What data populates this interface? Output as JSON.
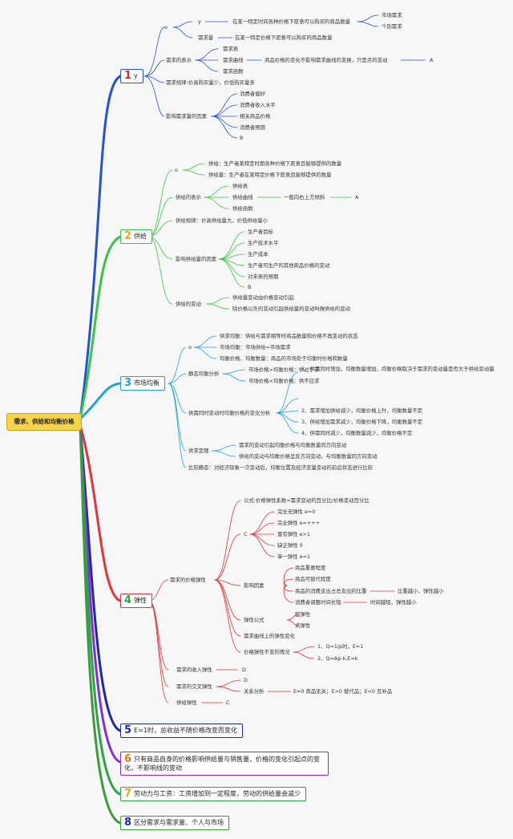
{
  "root": "需求、供给和均衡价格",
  "colors": {
    "b1": "#2451d6",
    "b2": "#36c646",
    "b3": "#1ea3d6",
    "b4": "#e0333d",
    "b5": "#1c2aa8",
    "b6": "#8a2be2",
    "b7": "#2ea24a",
    "b8": "#3c9c3c",
    "root": "#f7d34a"
  },
  "b1": {
    "num": "1",
    "label": "y",
    "o": "o",
    "y": "y",
    "y_def": "在某一特定时间各种价格下愿意可以购买的商品数量",
    "market": "市场需求",
    "individual": "个别需求",
    "qd": "需求量",
    "qd_def": "在某一特定价格下愿意可以购买的商品数量",
    "repr": "需求的表示",
    "table": "需求表",
    "curve": "需求曲线",
    "curve_note": "商品价格的变化不影响需求曲线的变换，只是点的变动",
    "curve_A": "A",
    "func": "需求函数",
    "law": "需求规律:价高购买量少，价低购买量多",
    "factors": "影响需求量的因素",
    "f1": "消费者偏好",
    "f2": "消费者收入水平",
    "f3": "相关商品价格",
    "f4": "消费者预期",
    "fB": "B"
  },
  "b2": {
    "num": "2",
    "label": "供给",
    "o": "o",
    "s_def": "供给：生产者某特定时期各种价格下愿意且能够提供的数量",
    "qs_def": "供给量：生产者在某特定价格下愿意且能够提供的数量",
    "repr": "供给的表示",
    "table": "供给表",
    "curve": "供给曲线",
    "curve_note": "一般向右上方倾斜",
    "curve_A": "A",
    "func": "供给函数",
    "law": "供给规律：价高供给量大，价低供给量小",
    "factors": "影响供给量的因素",
    "f1": "生产者目标",
    "f2": "生产技术水平",
    "f3": "生产成本",
    "f4": "生产者可生产的其他商品价格的变动",
    "f5": "对未来的预期",
    "fB": "B",
    "change": "供给的变动",
    "c1": "供给量变动由价格变动引起",
    "c2": "除价格以外的变动引起供给量的变动叫做供给的变动"
  },
  "b3": {
    "num": "3",
    "label": "市场均衡",
    "o": "o",
    "e1": "供求均衡：供给与需求相等时商品数量和价格不再变动的状态",
    "e2": "市场均衡：市场供给=市场需求",
    "e3": "均衡价格、均衡数量：商品的市场处于均衡时价格和数量",
    "static": "静态均衡分析",
    "s1": "市场价格>均衡价格：供过于求",
    "s2": "市场价格<均衡价格：供不应求",
    "simul": "供需同时变动时均衡价格的变化分析",
    "m1": "1、供需同时增加，均衡数量增加，均衡价格取决于需求的变动量是否大于供给变动量",
    "m2": "2、需求增加供给减少，均衡价格上升，均衡数量不定",
    "m3": "3、供给增加需求减少，均衡价格下降，均衡数量不定",
    "m4": "4、供需同时减少，均衡数量减少，均衡价格不定",
    "theorem": "供求定理",
    "t1": "需求的变动引起均衡价格与均衡数量同方向变动",
    "t2": "供给的变动与均衡价格呈反方向变动，与均衡数量同方向变动",
    "comp": "比较静态：对经济现象一次变动后，均衡位置及经济变量变动的前后状态进行比较"
  },
  "b4": {
    "num": "4",
    "label": "弹性",
    "pe": "需求的价格弹性",
    "formula": "公式:价格弹性系数=需求变动的百分比/价格变动百分比",
    "C": "C",
    "c1": "完全无弹性 e=0",
    "c2": "完全弹性 e=+++",
    "c3": "富有弹性 e>1",
    "c4": "缺乏弹性 0",
    "c5": "单一弹性 e=1",
    "inf": "影响因素",
    "i1": "商品重要程度",
    "i2": "商品可替代程度",
    "i3": "商品的消费支出占总支出的比重",
    "i3n": "比重越小，弹性越小",
    "i4": "消费者调整时间长短",
    "i4n": "时间越短，弹性越小",
    "ef": "弹性公式",
    "ef1": "弧弹性",
    "ef2": "点弹性",
    "curve": "需求曲线上的弹性变化",
    "pv": "价格弹性不变的情况",
    "pv1": "1、Q=1/p时，E=1",
    "pv2": "2、Q=Ap-k,E=k",
    "ie": "需求的收入弹性",
    "ieD": "D",
    "ce": "需求的交叉弹性",
    "ceD": "D",
    "rel": "关系分析",
    "reln": "E=0 商品无关；E>0 替代品；E<0 互补品",
    "se": "供给弹性",
    "seC": "C"
  },
  "b5": {
    "num": "5",
    "label": "E=1时，总收益不随价格改变而变化"
  },
  "b6": {
    "num": "6",
    "label": "只有商品自身的价格影响供给量与销售量，价格的变化引起点的变化，不影响线的变动"
  },
  "b7": {
    "num": "7",
    "label": "劳动力与工资：工资增加到一定程度，劳动的供给量会减少"
  },
  "b8": {
    "num": "8",
    "label": "区分需求与需求量、个人与市场"
  }
}
